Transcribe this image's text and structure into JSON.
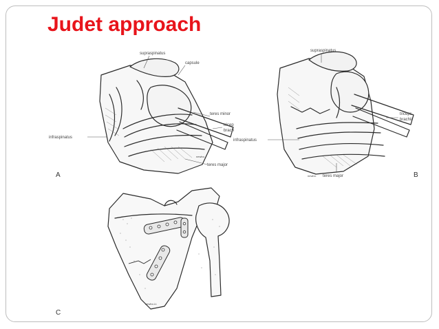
{
  "slide": {
    "title": "Judet approach"
  },
  "panels": {
    "a": {
      "letter": "A",
      "labels": {
        "supraspinatus": "supraspinatus",
        "capsule": "capsule",
        "teres_minor": "teres minor",
        "tricep": "tricep",
        "brach": "brach",
        "infraspinatus": "infraspinatus",
        "teres_major": "teres major",
        "signature": "newbo."
      }
    },
    "b": {
      "letter": "B",
      "labels": {
        "supraspinatus": "supraspinatus",
        "triceps": "triceps",
        "brachii": "brachii",
        "infraspinatus": "infraspinatus",
        "teres_major": "teres major",
        "signature": "newbo."
      }
    },
    "c": {
      "letter": "C",
      "labels": {
        "signature": "newbo.Lt."
      }
    }
  },
  "colors": {
    "title": "#e8141b",
    "frame": "#bdbdbd",
    "ink": "#2a2a2a"
  }
}
